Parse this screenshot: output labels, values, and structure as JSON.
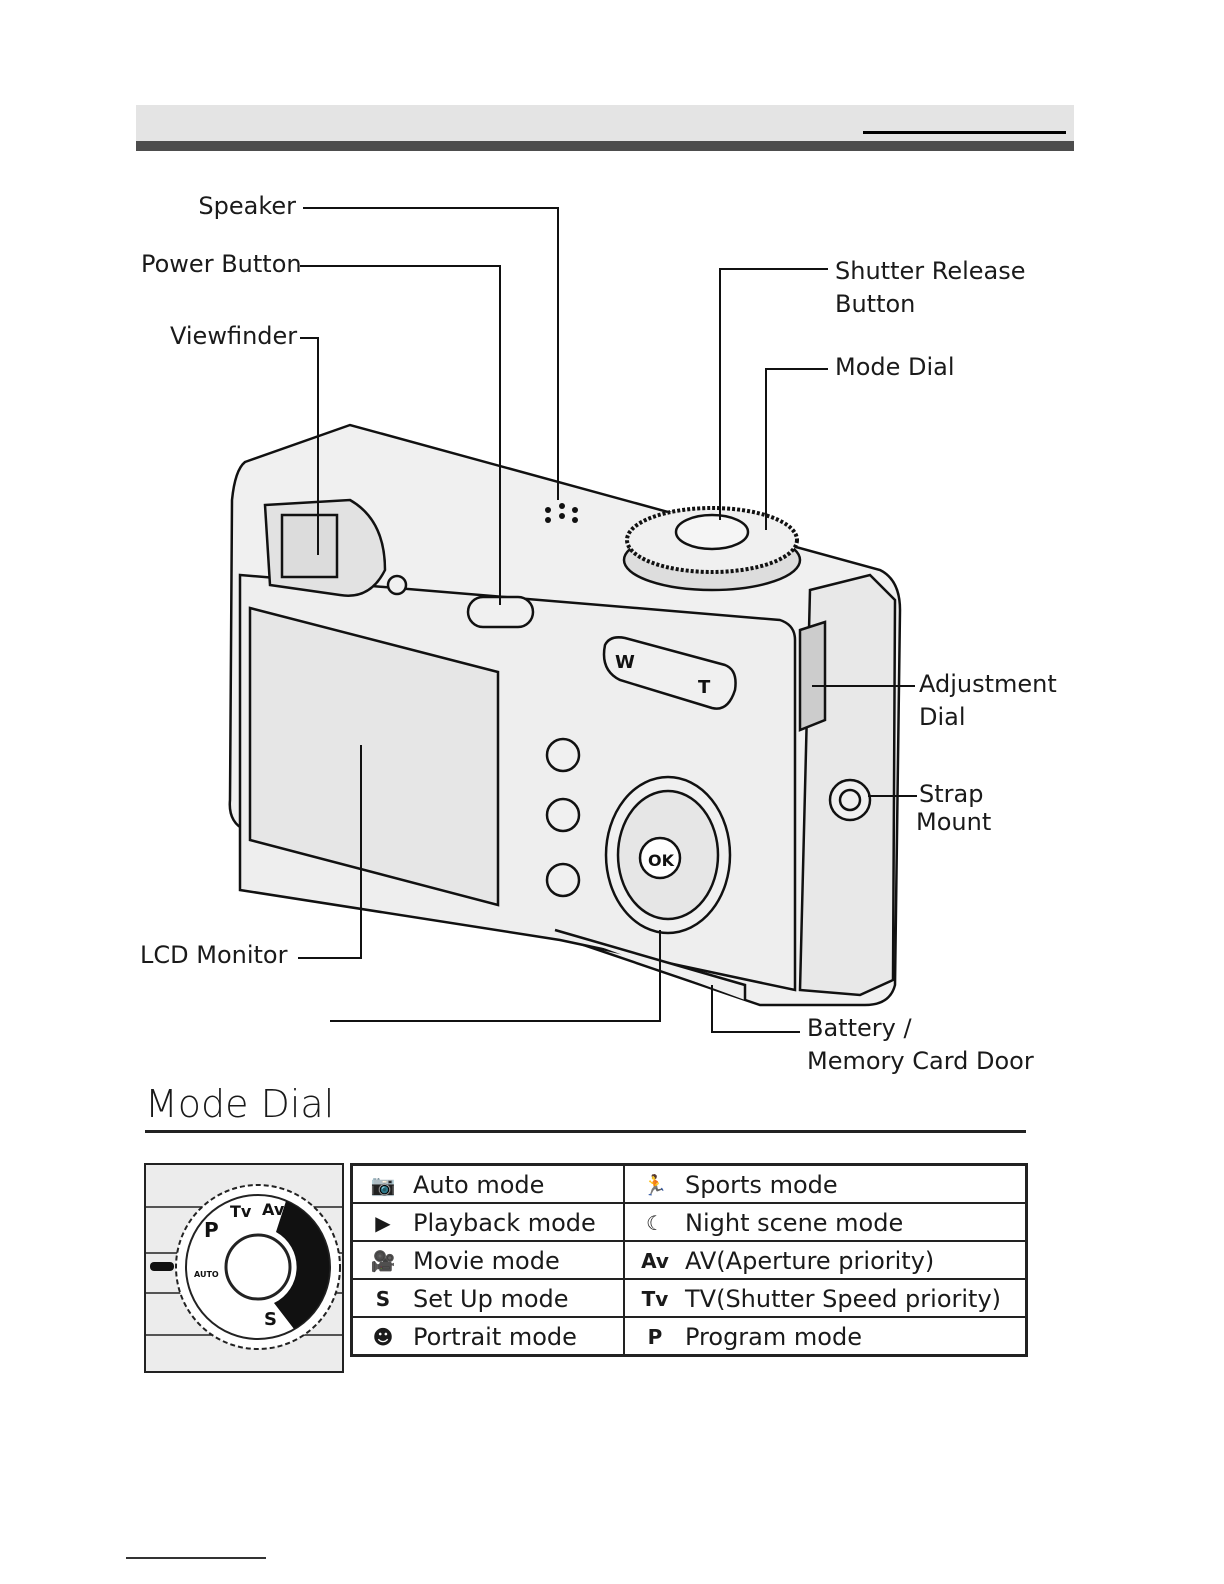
{
  "callouts": {
    "speaker": "Speaker",
    "power_button": "Power Button",
    "viewfinder": "Viewfinder",
    "shutter_release": [
      "Shutter Release",
      "Button"
    ],
    "mode_dial": "Mode Dial",
    "adjustment_dial": [
      "Adjustment",
      "Dial"
    ],
    "strap_mount": [
      "Strap",
      "Mount"
    ],
    "lcd_monitor": "LCD Monitor",
    "battery_door": [
      "Battery /",
      "Memory Card Door"
    ]
  },
  "camera": {
    "zoom_w": "W",
    "zoom_t": "T",
    "ok": "OK"
  },
  "section": {
    "title": "Mode Dial"
  },
  "dial": {
    "labels": [
      "P",
      "Tv",
      "Av",
      "S",
      "AUTO"
    ]
  },
  "modes": [
    [
      {
        "icon": "auto-camera-icon",
        "glyph": "📷",
        "label": "Auto mode"
      },
      {
        "icon": "sports-icon",
        "glyph": "🏃",
        "label": "Sports mode"
      }
    ],
    [
      {
        "icon": "playback-icon",
        "glyph": "▶",
        "label": "Playback mode"
      },
      {
        "icon": "night-scene-icon",
        "glyph": "☾",
        "label": "Night scene mode"
      }
    ],
    [
      {
        "icon": "movie-icon",
        "glyph": "🎥",
        "label": "Movie mode"
      },
      {
        "icon": "av-icon",
        "glyph": "Av",
        "label": "AV(Aperture priority)"
      }
    ],
    [
      {
        "icon": "setup-icon",
        "glyph": "S",
        "label": "Set Up mode"
      },
      {
        "icon": "tv-icon",
        "glyph": "Tv",
        "label": "TV(Shutter Speed priority)"
      }
    ],
    [
      {
        "icon": "portrait-icon",
        "glyph": "☻",
        "label": "Portrait mode"
      },
      {
        "icon": "program-icon",
        "glyph": "P",
        "label": "Program mode"
      }
    ]
  ]
}
